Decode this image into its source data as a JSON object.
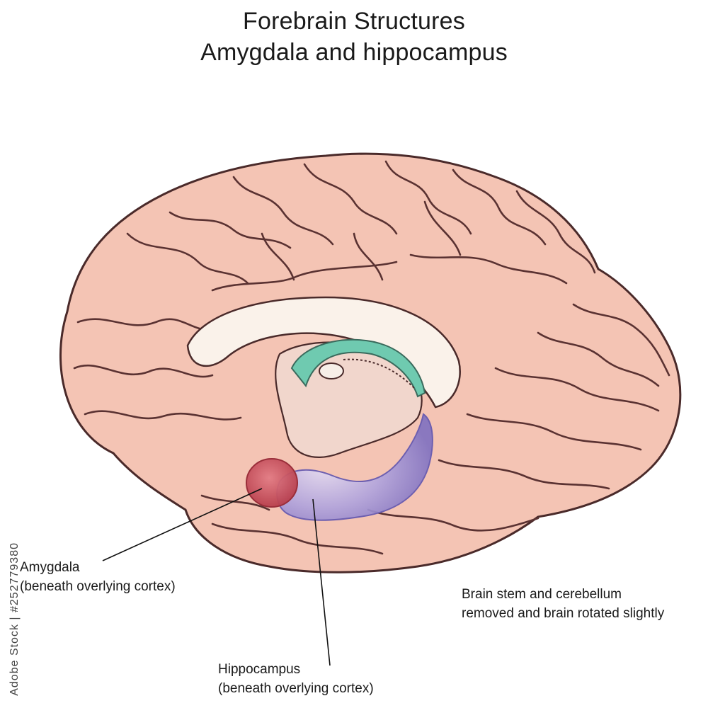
{
  "title": {
    "line1": "Forebrain Structures",
    "line2": "Amygdala and hippocampus"
  },
  "labels": {
    "amygdala": {
      "name": "Amygdala",
      "note": "(beneath overlying cortex)"
    },
    "hippocampus": {
      "name": "Hippocampus",
      "note": "(beneath overlying cortex)"
    },
    "caption": {
      "line1": "Brain stem and cerebellum",
      "line2": "removed and brain rotated slightly"
    }
  },
  "watermark": {
    "stock_id": "Adobe Stock | #252779380"
  },
  "colors": {
    "cortex": "#f4c4b4",
    "cortex_outline": "#4a2a2a",
    "gyrus_highlight": "#f9dace",
    "corpus_callosum": "#faf2ea",
    "fornix": "#6fcab0",
    "amygdala": "#c8505c",
    "hippocampus": "#8a7cc8"
  }
}
